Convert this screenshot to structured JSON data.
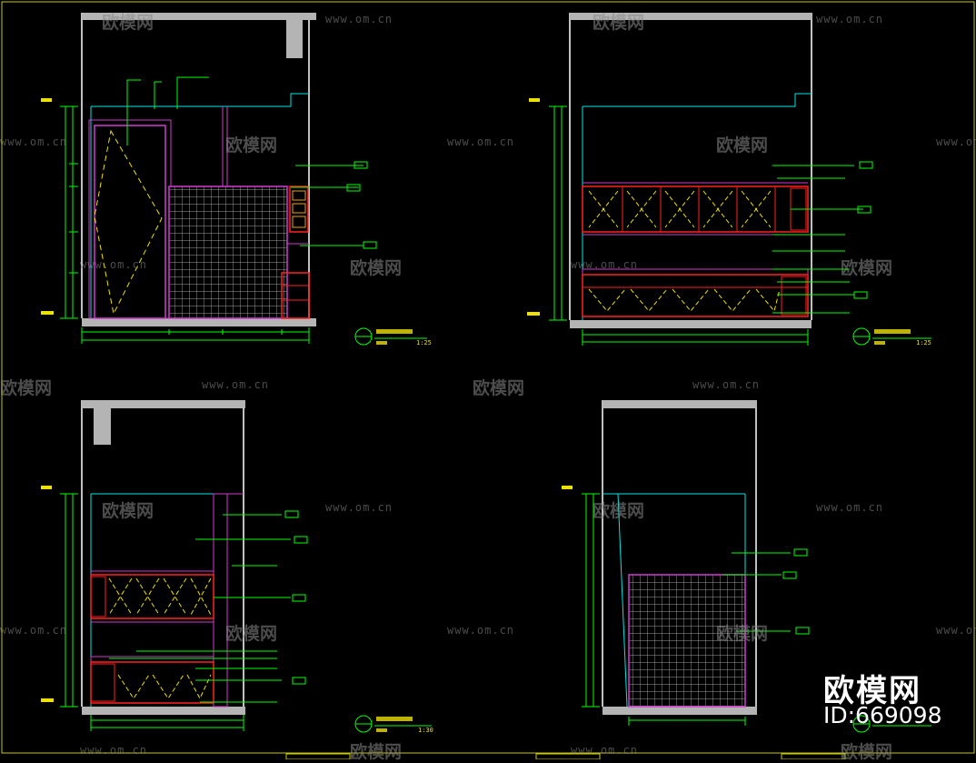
{
  "watermark": {
    "brand": "欧模网",
    "url": "www.om.cn",
    "corner_brand": "欧模网",
    "corner_id": "ID:669098"
  },
  "colors": {
    "background": "#000000",
    "wall": "#ffffff",
    "slab": "#b4b4b4",
    "cyan": "#00e5e5",
    "magenta": "#d23ad2",
    "yellow": "#f0e000",
    "red": "#ff2020",
    "green": "#00ff00",
    "grid": "#d0d0d0",
    "watermark": "#8a8a8a"
  },
  "elevations": [
    {
      "id": "elevation-1",
      "scale": "1:25"
    },
    {
      "id": "elevation-2",
      "scale": "1:25"
    },
    {
      "id": "elevation-3",
      "scale": "1:30"
    },
    {
      "id": "elevation-4",
      "scale": ""
    }
  ]
}
